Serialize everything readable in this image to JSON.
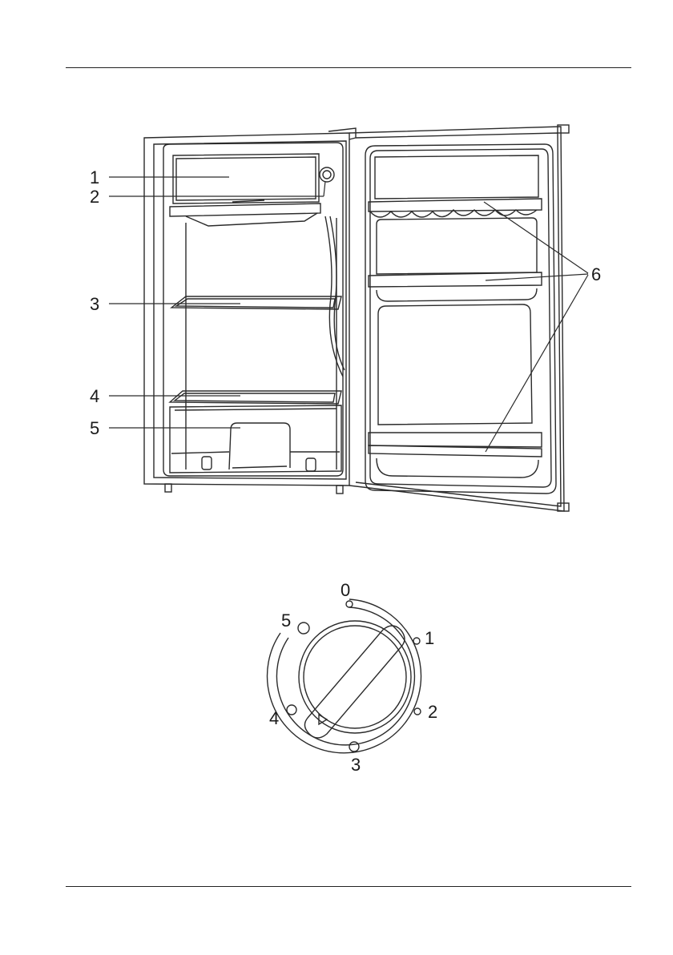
{
  "fridge_callouts": [
    {
      "number": "1",
      "part": "freezer compartment"
    },
    {
      "number": "2",
      "part": "thermostat knob"
    },
    {
      "number": "3",
      "part": "shelf"
    },
    {
      "number": "4",
      "part": "shelf above crisper"
    },
    {
      "number": "5",
      "part": "crisper drawer"
    },
    {
      "number": "6",
      "part": "door shelves"
    }
  ],
  "dial_settings": [
    "0",
    "1",
    "2",
    "3",
    "4",
    "5"
  ],
  "colors": {
    "line": "#2b2b2b",
    "background": "#ffffff"
  }
}
